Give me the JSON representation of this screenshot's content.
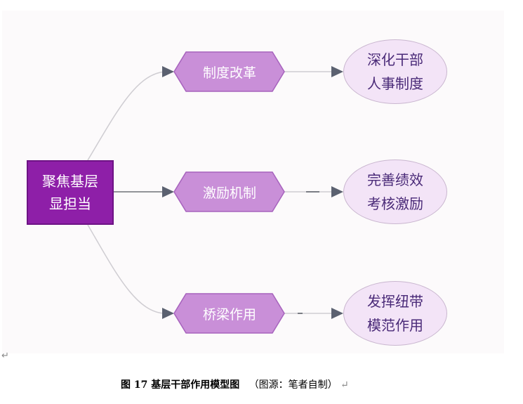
{
  "diagram": {
    "root": {
      "lines": [
        "聚焦基层",
        "显担当"
      ]
    },
    "branches": [
      {
        "label": "制度改革",
        "leaf": [
          "深化干部",
          "人事制度"
        ]
      },
      {
        "label": "激励机制",
        "leaf": [
          "完善绩效",
          "考核激励"
        ]
      },
      {
        "label": "桥梁作用",
        "leaf": [
          "发挥纽带",
          "模范作用"
        ]
      }
    ],
    "colors": {
      "root_fill": "#8e1fa8",
      "branch_fill": "#c98fd8",
      "branch_stroke": "#a763bd",
      "leaf_fill": "#f3e4f7",
      "leaf_text": "#4a2a78",
      "arrow": "#5b6170",
      "connector": "#cfcdd2"
    }
  },
  "caption": {
    "title": "图 17 基层干部作用模型图",
    "source": "（图源：笔者自制）",
    "return_symbol": "↵"
  },
  "paragraph_mark": "↵"
}
